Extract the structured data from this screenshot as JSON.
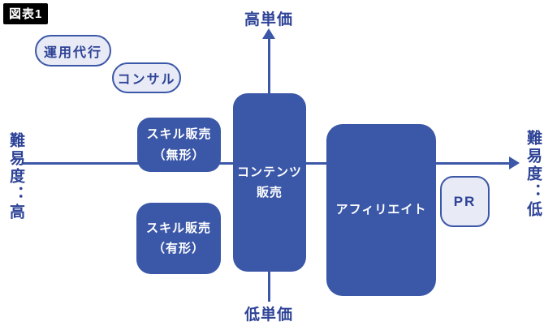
{
  "figure": {
    "label": "図表1"
  },
  "axes": {
    "top": "高単価",
    "bottom": "低単価",
    "left": "難易度：高",
    "right": "難易度：低"
  },
  "nodes": {
    "agency": "運用代行",
    "consulting": "コンサル",
    "skill_intangible": {
      "line1": "スキル販売",
      "line2": "（無形）"
    },
    "skill_tangible": {
      "line1": "スキル販売",
      "line2": "（有形）"
    },
    "contents": {
      "line1": "コンテンツ",
      "line2": "販売"
    },
    "affiliate": "アフィリエイト",
    "pr": "PR"
  },
  "colors": {
    "primary_blue": "#3b57a7",
    "pill_fill": "#e8eaf5",
    "text_blue": "#2e4397",
    "figure_label_bg": "#000000",
    "figure_label_text": "#ffffff"
  }
}
